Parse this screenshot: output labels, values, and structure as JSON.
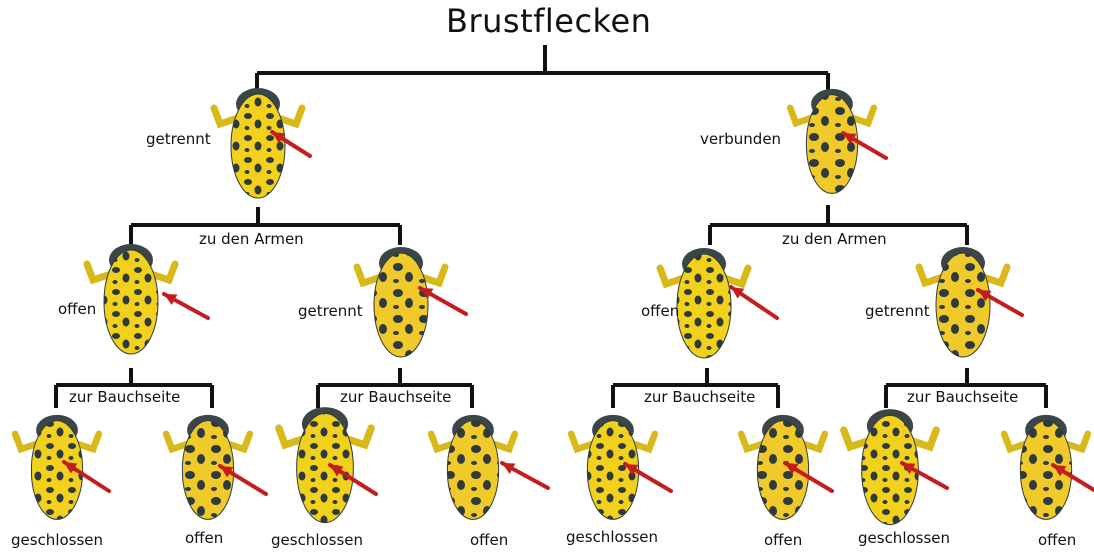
{
  "title": "Brustflecken",
  "colors": {
    "line": "#111111",
    "arrow": "#c41d1d",
    "skin_yellow": "#f2d11c",
    "skin_dark": "#2f3a3c",
    "background": "#ffffff"
  },
  "level1": {
    "left_label": "getrennt",
    "right_label": "verbunden"
  },
  "level2": {
    "left_branch_label": "zu den Armen",
    "right_branch_label": "zu den Armen",
    "labels": [
      "offen",
      "getrennt",
      "offen",
      "getrennt"
    ]
  },
  "level3": {
    "branch_label": [
      "zur Bauchseite",
      "zur Bauchseite",
      "zur Bauchseite",
      "zur Bauchseite"
    ],
    "labels": [
      "geschlossen",
      "offen",
      "geschlossen",
      "offen",
      "geschlossen",
      "offen",
      "geschlossen",
      "offen"
    ]
  }
}
